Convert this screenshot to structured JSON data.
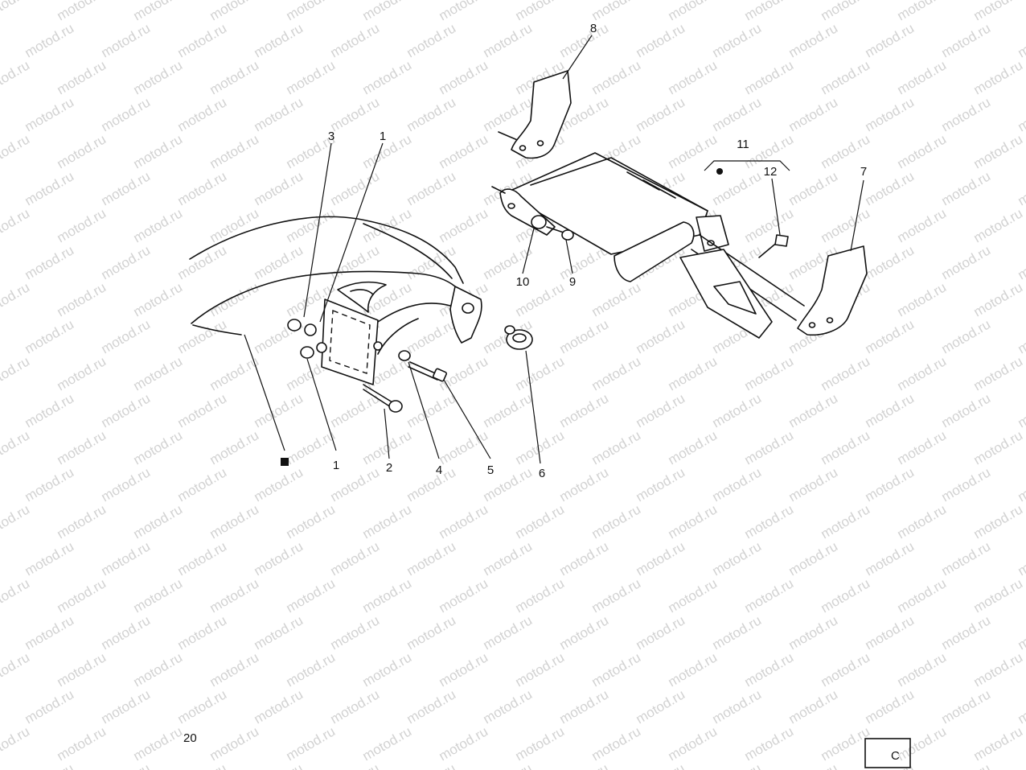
{
  "watermark": {
    "text": "motod.ru",
    "color": "#d2d2d2"
  },
  "callouts": {
    "c1_top": "1",
    "c1_bottom": "1",
    "c2": "2",
    "c3": "3",
    "c4": "4",
    "c5": "5",
    "c6": "6",
    "c7": "7",
    "c8": "8",
    "c9": "9",
    "c10": "10",
    "c11": "11",
    "c12": "12"
  },
  "footer": {
    "page_fragment": "20",
    "box_glyph": "C"
  }
}
